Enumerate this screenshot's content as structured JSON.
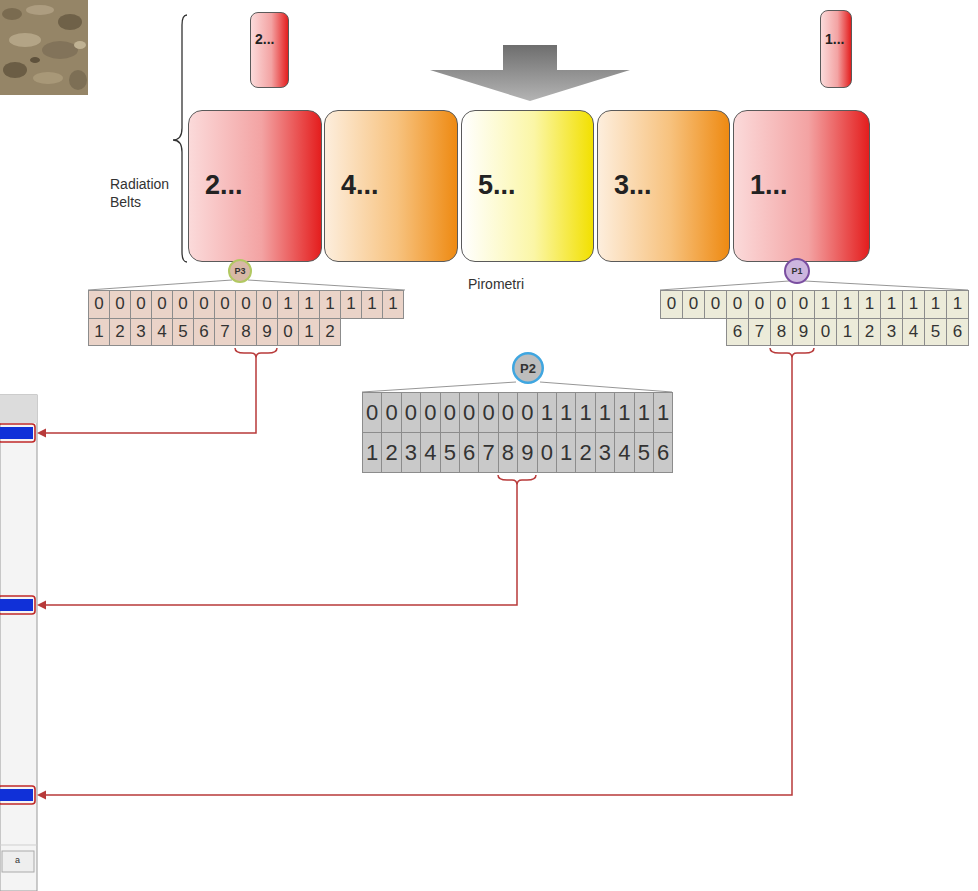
{
  "diagram": {
    "nodes": [
      {
        "text": [
          "2..."
        ]
      },
      {
        "text": [
          "1..."
        ]
      },
      {
        "text": [
          "2..."
        ]
      },
      {
        "text": [
          "4..."
        ]
      },
      {
        "text": [
          "5..."
        ]
      },
      {
        "text": [
          "3..."
        ]
      },
      {
        "text": [
          "1..."
        ]
      },
      {
        "text": [
          "P3"
        ]
      },
      {
        "text": [
          "P1"
        ]
      },
      {
        "text": [
          "P2"
        ]
      }
    ],
    "labels": [
      "Radiation Belts",
      "0",
      "0",
      "0",
      "0",
      "0",
      "0",
      "0",
      "0",
      "0",
      "1",
      "1",
      "1",
      "1",
      "1",
      "1",
      "1",
      "2",
      "3",
      "4",
      "5",
      "6",
      "7",
      "8",
      "9",
      "0",
      "1",
      "2",
      "Pirometri",
      "0",
      "0",
      "0",
      "0",
      "0",
      "0",
      "0",
      "1",
      "1",
      "1",
      "1",
      "1",
      "1",
      "1",
      "6",
      "7",
      "8",
      "9",
      "0",
      "1",
      "2",
      "3",
      "4",
      "5",
      "6",
      "0",
      "0",
      "0",
      "0",
      "0",
      "0",
      "0",
      "0",
      "0",
      "1",
      "1",
      "1",
      "1",
      "1",
      "1",
      "1",
      "1",
      "2",
      "3",
      "4",
      "5",
      "6",
      "7",
      "8",
      "9",
      "0",
      "1",
      "2",
      "3",
      "4",
      "5",
      "6",
      "a"
    ]
  }
}
